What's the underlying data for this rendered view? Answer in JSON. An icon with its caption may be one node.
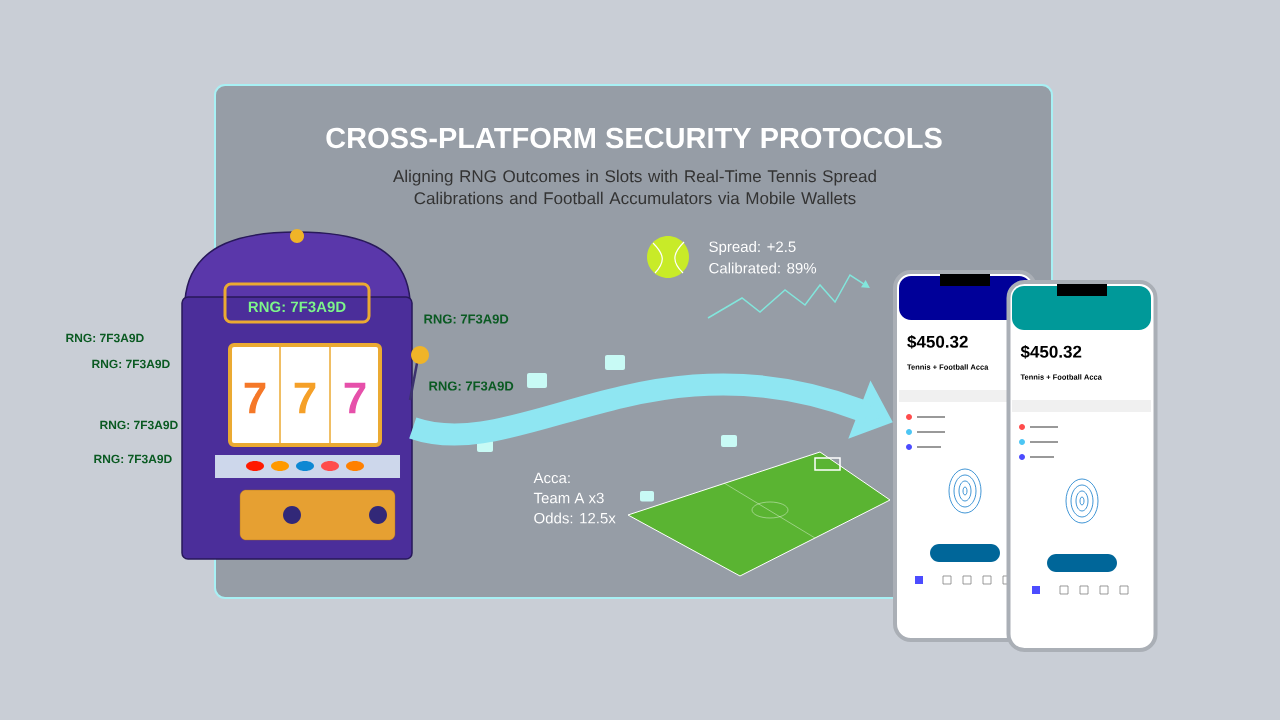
{
  "diagram": {
    "title": "CROSS-PLATFORM SECURITY PROTOCOLS",
    "nodes": [
      {
        "text": [
          "RNG: 7F3A9D"
        ]
      },
      {
        "text": [
          "$450.32",
          "Tennis + Football Acca"
        ]
      },
      {
        "text": [
          "$450.32",
          "Tennis + Football Acca"
        ]
      }
    ],
    "edges": [
      {
        "from": 0,
        "to": 1,
        "arrow": "to"
      }
    ],
    "labels": [
      "Aligning RNG Outcomes in Slots with Real-Time Tennis Spread Calibrations and Football Accumulators via Mobile Wallets",
      "Spread: +2.5",
      "Calibrated: 89%",
      "RNG: 7F3A9D",
      "RNG: 7F3A9D",
      "RNG: 7F3A9D",
      "RNG: 7F3A9D",
      "RNG: 7F3A9D",
      "RNG: 7F3A9D",
      "Acca:",
      "Team A x3",
      "Odds: 12.5x",
      "7",
      "7",
      "7"
    ]
  }
}
